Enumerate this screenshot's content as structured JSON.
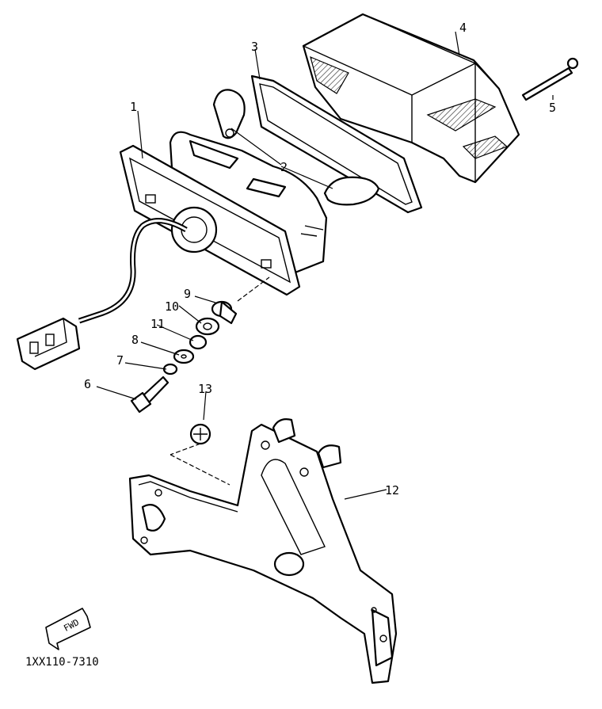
{
  "diagram": {
    "catalog_code": "1XX110-7310",
    "fwd_label": "FWD",
    "callouts": [
      {
        "id": "1",
        "text": "1"
      },
      {
        "id": "2",
        "text": "2"
      },
      {
        "id": "3",
        "text": "3"
      },
      {
        "id": "4",
        "text": "4"
      },
      {
        "id": "5",
        "text": "5"
      },
      {
        "id": "6",
        "text": "6"
      },
      {
        "id": "7",
        "text": "7"
      },
      {
        "id": "8",
        "text": "8"
      },
      {
        "id": "9",
        "text": "9"
      },
      {
        "id": "10",
        "text": "10"
      },
      {
        "id": "11",
        "text": "11"
      },
      {
        "id": "12",
        "text": "12"
      },
      {
        "id": "13",
        "text": "13"
      }
    ]
  }
}
